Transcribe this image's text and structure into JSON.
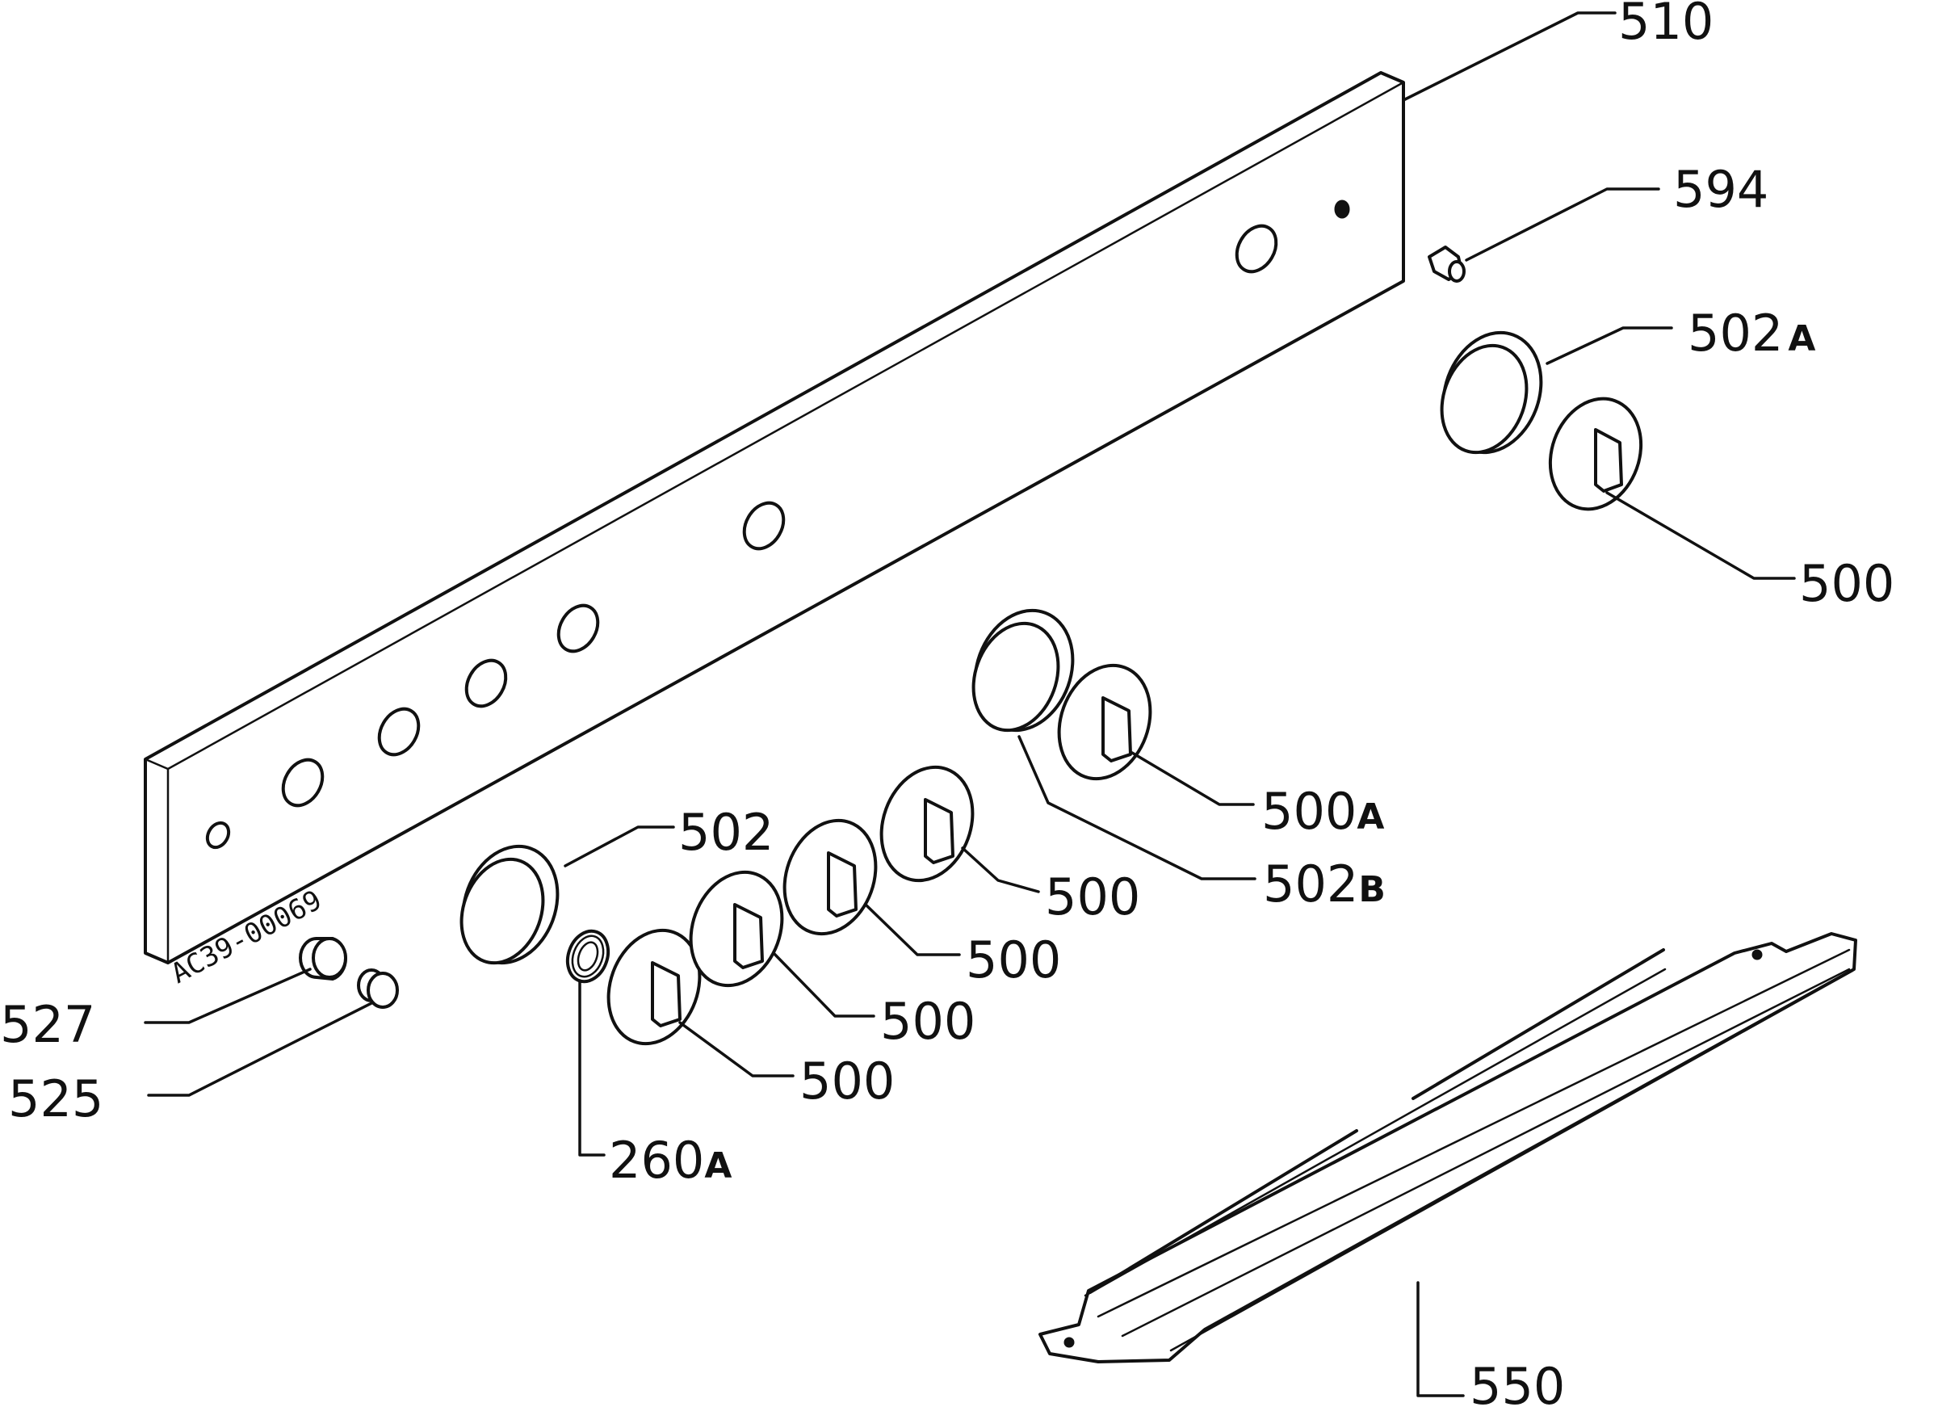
{
  "diagram": {
    "stamp_code": "AC39-00069",
    "labels": {
      "l510": {
        "num": "510",
        "suffix": ""
      },
      "l594": {
        "num": "594",
        "suffix": ""
      },
      "l502a": {
        "num": "502",
        "suffix": "A"
      },
      "l500_r": {
        "num": "500",
        "suffix": ""
      },
      "l500a": {
        "num": "500",
        "suffix": "A"
      },
      "l502b": {
        "num": "502",
        "suffix": "B"
      },
      "l502": {
        "num": "502",
        "suffix": ""
      },
      "l500_1": {
        "num": "500",
        "suffix": ""
      },
      "l500_2": {
        "num": "500",
        "suffix": ""
      },
      "l500_3": {
        "num": "500",
        "suffix": ""
      },
      "l500_4": {
        "num": "500",
        "suffix": ""
      },
      "l527": {
        "num": "527",
        "suffix": ""
      },
      "l525": {
        "num": "525",
        "suffix": ""
      },
      "l260a": {
        "num": "260",
        "suffix": "A"
      },
      "l550": {
        "num": "550",
        "suffix": ""
      }
    }
  }
}
